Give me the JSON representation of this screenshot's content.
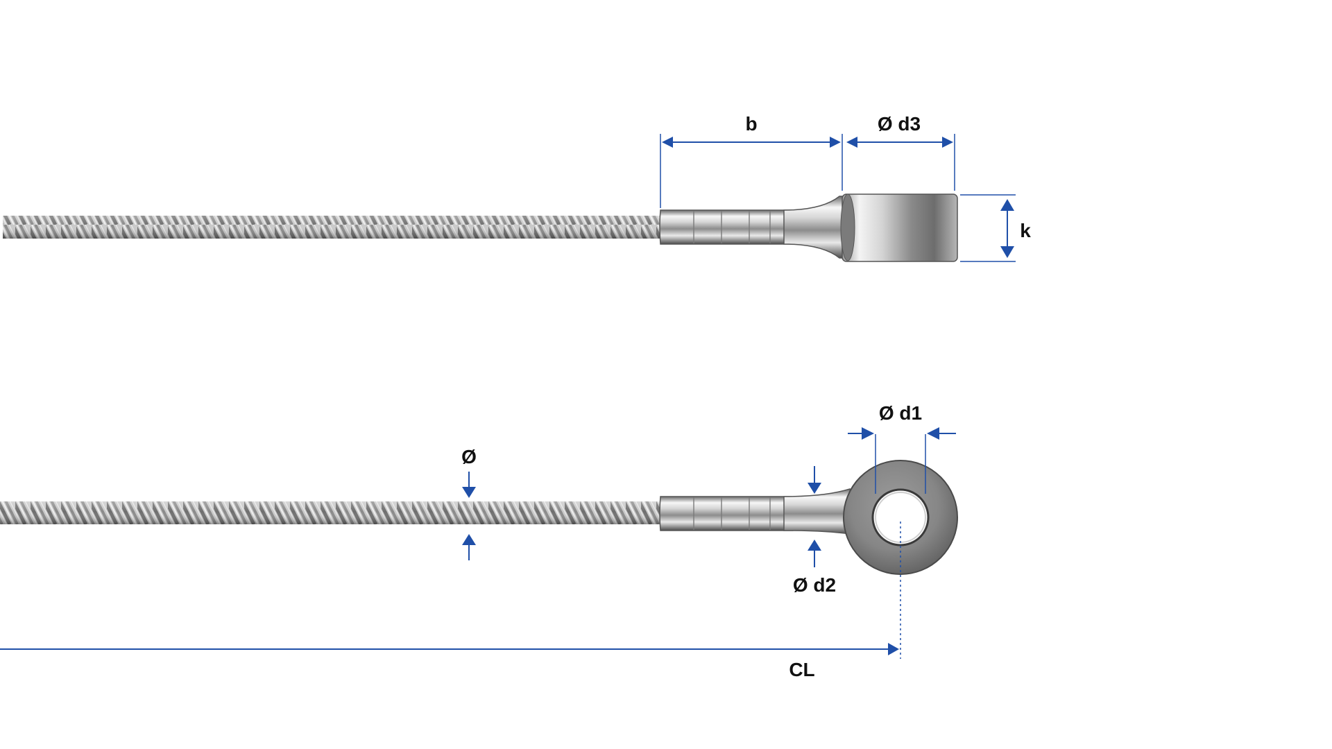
{
  "colors": {
    "dimension_line": "#1f4fa8",
    "label_text": "#111111",
    "steel_light": "#f2f2f2",
    "steel_mid": "#b9b9b9",
    "steel_dark": "#5a5a5a",
    "wire_rope": "#9a9a9a"
  },
  "labels": {
    "b": "b",
    "d3": "Ø d3",
    "k": "k",
    "d1": "Ø d1",
    "d2": "Ø d2",
    "diameter": "Ø",
    "cl": "CL"
  },
  "views": {
    "top": {
      "component": "wire-rope-with-swaged-eye-terminal-side-view"
    },
    "bottom": {
      "component": "wire-rope-with-swaged-eye-terminal-top-view"
    }
  }
}
